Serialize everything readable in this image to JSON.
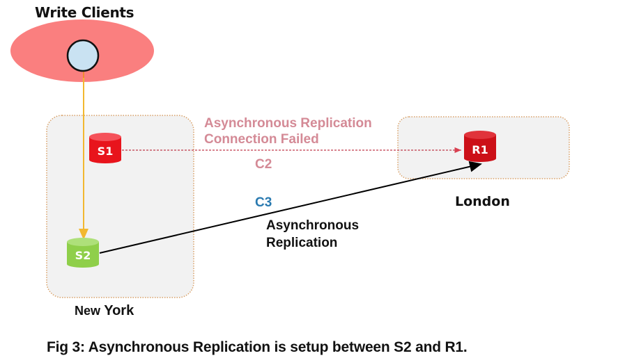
{
  "diagram": {
    "write_clients_label": "Write Clients",
    "regions": {
      "new_york": {
        "label_part1": "New",
        "label_part2": "York"
      },
      "london": {
        "label": "London"
      }
    },
    "nodes": {
      "s1": {
        "label": "S1",
        "color": "#e8141c",
        "status": "failed-source"
      },
      "s2": {
        "label": "S2",
        "color": "#8fcf4a"
      },
      "r1": {
        "label": "R1",
        "color": "#cc1018"
      }
    },
    "connections": {
      "c2": {
        "id": "C2",
        "from": "S1",
        "to": "R1",
        "label_line1": "Asynchronous Replication",
        "label_line2": "Connection Failed",
        "style": "dashed",
        "color": "#d48a96"
      },
      "c3": {
        "id": "C3",
        "from": "S2",
        "to": "R1",
        "label_line1": "Asynchronous",
        "label_line2": "Replication",
        "style": "solid",
        "color": "#000000"
      },
      "client_write": {
        "from": "Write Clients",
        "to": "S2",
        "color": "#f2b830"
      }
    },
    "caption": "Fig 3: Asynchronous Replication is setup between S2 and R1."
  }
}
